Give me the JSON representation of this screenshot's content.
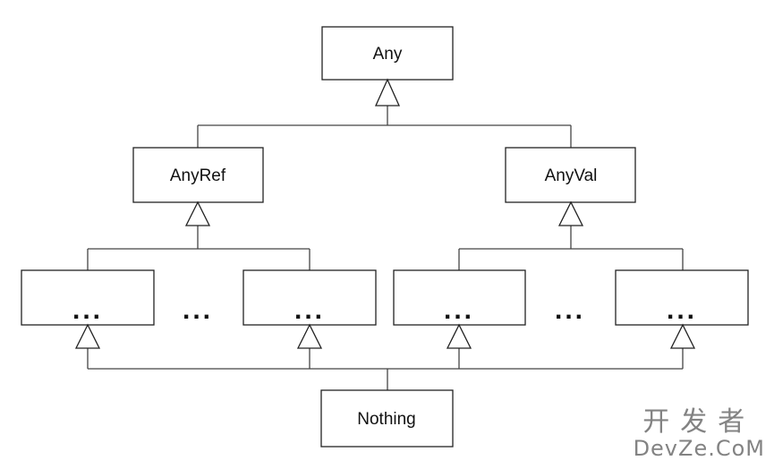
{
  "diagram": {
    "nodes": {
      "any": "Any",
      "anyref": "AnyRef",
      "anyval": "AnyVal",
      "ref_sub_1": "...",
      "ref_sub_2": "...",
      "val_sub_1": "...",
      "val_sub_2": "...",
      "nothing": "Nothing"
    },
    "ellipses": {
      "ref_gap": "...",
      "val_gap": "..."
    }
  },
  "watermark": {
    "line1": "开发者",
    "line2": "DevZe.CoM"
  }
}
